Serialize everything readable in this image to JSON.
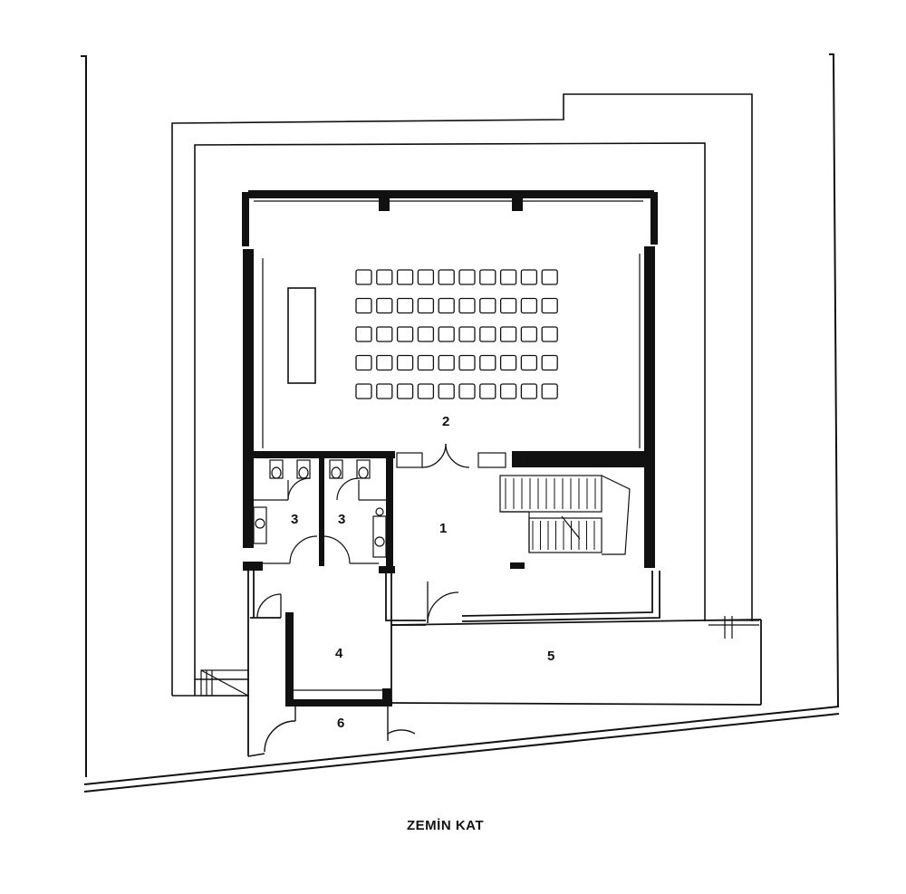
{
  "plan": {
    "caption": "ZEMİN KAT",
    "rooms": {
      "r1": "1",
      "r2": "2",
      "r3a": "3",
      "r3b": "3",
      "r4": "4",
      "r5": "5",
      "r6": "6"
    },
    "auditorium_seating": {
      "rows": 5,
      "seats_per_row": 10
    },
    "colors": {
      "ink": "#111111",
      "paper": "#ffffff"
    }
  }
}
